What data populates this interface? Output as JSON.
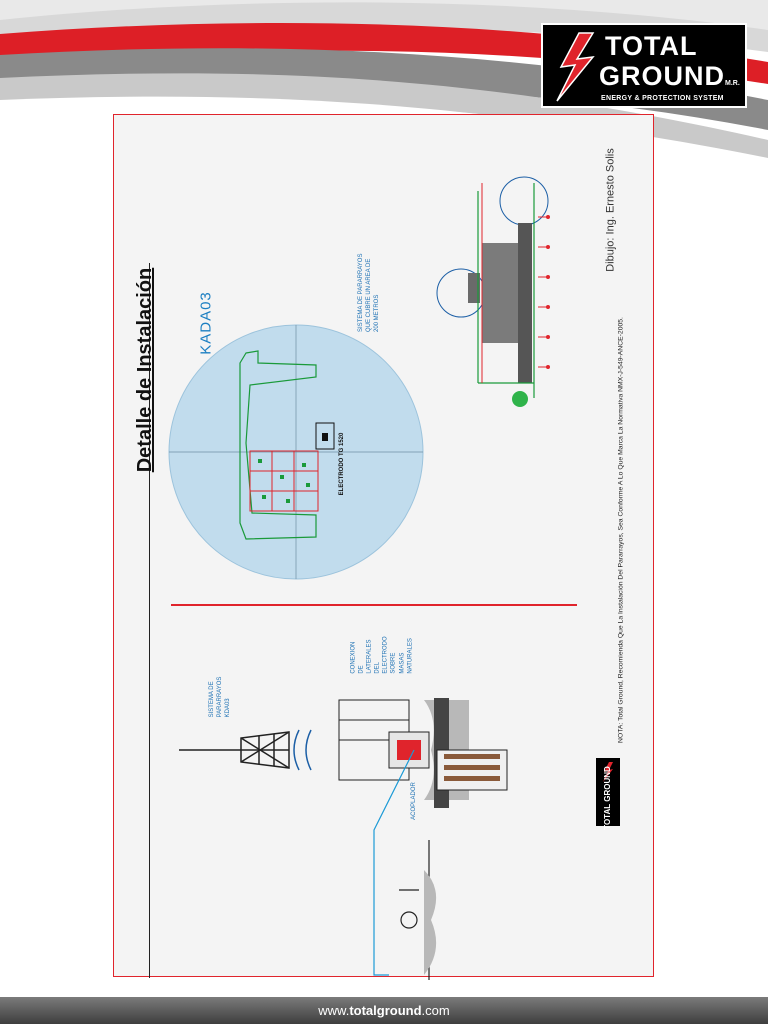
{
  "brand": {
    "logo_word1": "TOTAL",
    "logo_word2": "GROUND",
    "logo_mark": "M.R.",
    "logo_tagline": "ENERGY & PROTECTION SYSTEM",
    "bolt_icon": "lightning-bolt-icon",
    "accent_color": "#e0242c"
  },
  "sheet": {
    "title": "Detalle de Instalación",
    "site_label": "KADA03",
    "coverage_text_lines": [
      "SISTEMA DE PARARRAYOS",
      "QUE CUBRE UN AREA DE",
      "200 METROS"
    ],
    "electrode_label": "ELECTRODO TG 1520",
    "lightning_system_lines": [
      "SISTEMA DE",
      "PARARRAYOS",
      "KDA03"
    ],
    "connection_lines": [
      "CONEXION",
      "DE",
      "LATERALES",
      "DEL",
      "ELECTRODO",
      "SOBRE",
      "MASAS",
      "NATURALES"
    ],
    "accumulator_label": "ACOPLADOR",
    "credit": "Dibujo: Ing. Ernesto Solis",
    "note": "NOTA: Total Ground, Recomienda Que La Instalación Del Pararrayos, Sea Conforme A Lo Que Marca La Normativa NMX-J-549-ANCE-2005.",
    "mini_logo_text": "TOTAL GROUND"
  },
  "footer": {
    "url_prefix": "www.",
    "url_brand": "totalground",
    "url_suffix": ".com"
  }
}
